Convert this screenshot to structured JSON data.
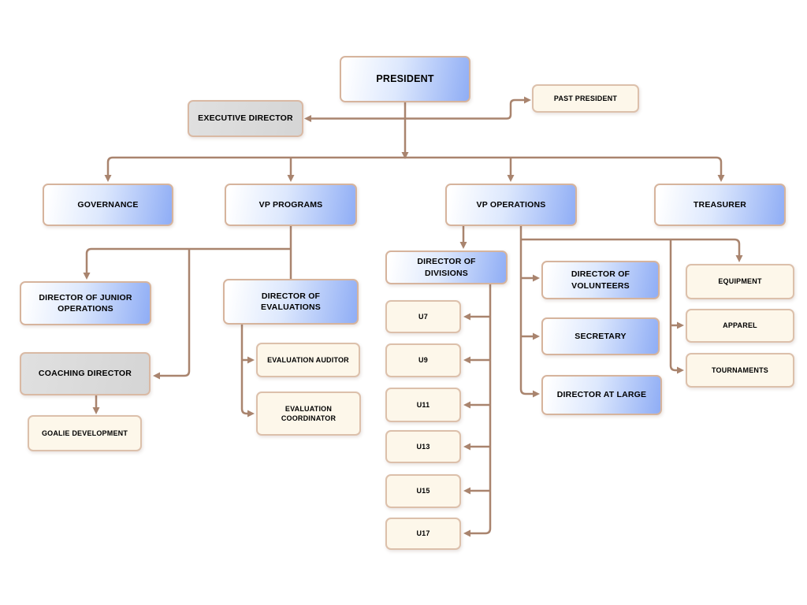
{
  "org_chart": {
    "nodes": {
      "president": "PRESIDENT",
      "past_president": "PAST PRESIDENT",
      "executive_director": "EXECUTIVE DIRECTOR",
      "governance": "GOVERNANCE",
      "vp_programs": "VP PROGRAMS",
      "vp_operations": "VP OPERATIONS",
      "treasurer": "TREASURER",
      "director_junior_operations": "DIRECTOR OF JUNIOR\nOPERATIONS",
      "director_evaluations": "DIRECTOR OF\nEVALUATIONS",
      "coaching_director": "COACHING DIRECTOR",
      "goalie_development": "GOALIE DEVELOPMENT",
      "evaluation_auditor": "EVALUATION AUDITOR",
      "evaluation_coordinator": "EVALUATION\nCOORDINATOR",
      "director_divisions": "DIRECTOR OF\nDIVISIONS",
      "u7": "U7",
      "u9": "U9",
      "u11": "U11",
      "u13": "U13",
      "u15": "U15",
      "u17": "U17",
      "director_volunteers": "DIRECTOR OF\nVOLUNTEERS",
      "secretary": "SECRETARY",
      "director_at_large": "DIRECTOR AT LARGE",
      "equipment": "EQUIPMENT",
      "apparel": "APPAREL",
      "tournaments": "TOURNAMENTS"
    },
    "edges": [
      {
        "from": "president",
        "to": "executive_director"
      },
      {
        "from": "president",
        "to": "past_president"
      },
      {
        "from": "president",
        "to": "governance"
      },
      {
        "from": "president",
        "to": "vp_programs"
      },
      {
        "from": "president",
        "to": "vp_operations"
      },
      {
        "from": "president",
        "to": "treasurer"
      },
      {
        "from": "vp_programs",
        "to": "director_junior_operations"
      },
      {
        "from": "vp_programs",
        "to": "director_evaluations"
      },
      {
        "from": "vp_programs",
        "to": "coaching_director"
      },
      {
        "from": "coaching_director",
        "to": "goalie_development"
      },
      {
        "from": "director_evaluations",
        "to": "evaluation_auditor"
      },
      {
        "from": "director_evaluations",
        "to": "evaluation_coordinator"
      },
      {
        "from": "vp_operations",
        "to": "director_divisions"
      },
      {
        "from": "vp_operations",
        "to": "director_volunteers"
      },
      {
        "from": "vp_operations",
        "to": "secretary"
      },
      {
        "from": "vp_operations",
        "to": "director_at_large"
      },
      {
        "from": "vp_operations",
        "to": "equipment"
      },
      {
        "from": "vp_operations",
        "to": "apparel"
      },
      {
        "from": "vp_operations",
        "to": "tournaments"
      },
      {
        "from": "director_divisions",
        "to": "u7"
      },
      {
        "from": "director_divisions",
        "to": "u9"
      },
      {
        "from": "director_divisions",
        "to": "u11"
      },
      {
        "from": "director_divisions",
        "to": "u13"
      },
      {
        "from": "director_divisions",
        "to": "u15"
      },
      {
        "from": "director_divisions",
        "to": "u17"
      }
    ],
    "colors": {
      "node_blue": "#8fadf5",
      "node_cream": "#fdf7ea",
      "node_gray": "#d9d9d9",
      "border_tan": "#d6b49d",
      "connector_brown": "#a9846e"
    }
  }
}
